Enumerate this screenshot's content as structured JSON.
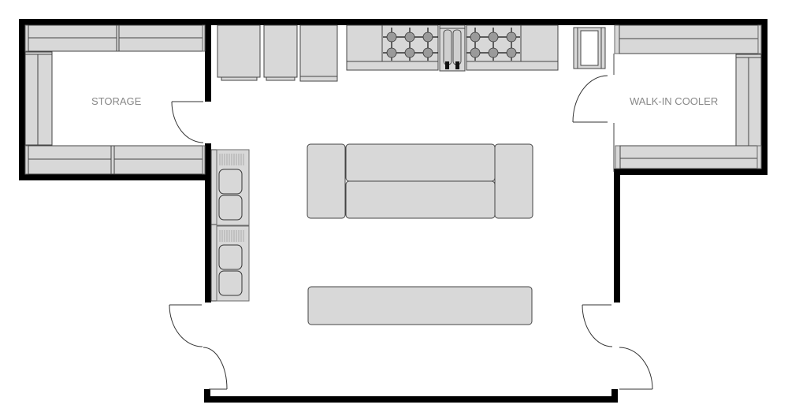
{
  "diagram": {
    "type": "commercial kitchen floor plan",
    "rooms": [
      {
        "id": "storage",
        "label": "STORAGE"
      },
      {
        "id": "walk-in-cooler",
        "label": "WALK-IN COOLER"
      },
      {
        "id": "kitchen",
        "label": ""
      }
    ],
    "equipment": [
      {
        "name": "reach-in-refrigerator",
        "count": 3
      },
      {
        "name": "range-6-burner",
        "count": 2
      },
      {
        "name": "fryer-double-basket",
        "count": 1
      },
      {
        "name": "hand-sink",
        "count": 1
      },
      {
        "name": "prep-sink-2-compartment",
        "count": 2
      },
      {
        "name": "center-prep-island",
        "count": 1
      },
      {
        "name": "work-table",
        "count": 1
      },
      {
        "name": "storage-shelving",
        "count": 6
      }
    ],
    "doors": [
      {
        "name": "storage-door"
      },
      {
        "name": "cooler-door"
      },
      {
        "name": "double-door-left"
      },
      {
        "name": "double-door-right"
      }
    ],
    "colors": {
      "wall": "#000000",
      "equipment_fill": "#d8d8d8",
      "equipment_stroke": "#444444",
      "label": "#888888"
    }
  }
}
